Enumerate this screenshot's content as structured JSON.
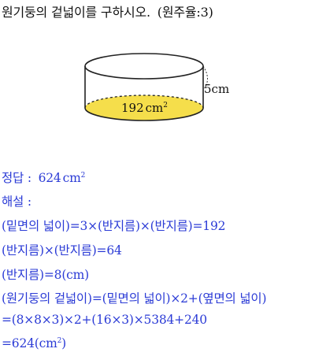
{
  "problem": {
    "question": "원기둥의 겉넓이를 구하시오.",
    "pi_note": "(원주율:3)"
  },
  "figure": {
    "height_label": "5cm",
    "base_area_label": "192",
    "base_area_unit": "cm",
    "base_area_exp": "2",
    "base_fill": "#f5de4b"
  },
  "answer": {
    "answer_label": "정답 : ",
    "answer_value": "624",
    "answer_unit": "cm",
    "answer_exp": "2",
    "explanation_label": "해설 :",
    "lines": [
      "(밑면의 넓이)=3×(반지름)×(반지름)=192",
      "(반지름)×(반지름)=64",
      "(반지름)=8(cm)",
      "(원기둥의 겉넓이)=(밑면의 넓이)×2+(옆면의 넓이)",
      "=(8×8×3)×2+(16×3)×5384+240"
    ],
    "final_prefix": "=624(cm",
    "final_exp": "2",
    "final_suffix": ")"
  },
  "colors": {
    "answer_blue": "#2b3bd6",
    "text": "#111111"
  }
}
